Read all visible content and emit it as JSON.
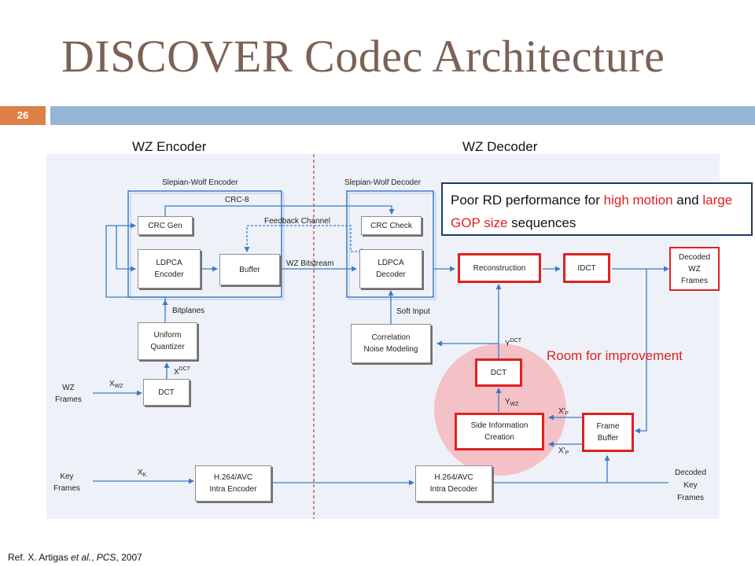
{
  "slide": {
    "title": "DISCOVER Codec Architecture",
    "page_number": "26",
    "reference": {
      "prefix": "Ref. X. Artigas ",
      "etal": "et al.",
      "sep": ", ",
      "venue": "PCS",
      "year": ", 2007"
    }
  },
  "sections": {
    "encoder": "WZ Encoder",
    "decoder": "WZ Decoder"
  },
  "group_labels": {
    "sw_encoder": "Slepian-Wolf Encoder",
    "sw_decoder": "Slepian-Wolf Decoder"
  },
  "blocks": {
    "crc_gen": "CRC Gen",
    "ldpca_encoder": "LDPCA\nEncoder",
    "buffer": "Buffer",
    "uniform_quantizer": "Uniform\nQuantizer",
    "dct_encoder": "DCT",
    "h264_intra_encoder": "H.264/AVC\nIntra Encoder",
    "crc_check": "CRC Check",
    "ldpca_decoder": "LDPCA\nDecoder",
    "correlation_noise_modeling": "Correlation\nNoise Modeling",
    "reconstruction": "Reconstruction",
    "idct": "IDCT",
    "dct_decoder": "DCT",
    "side_information_creation": "Side Information\nCreation",
    "frame_buffer": "Frame\nBuffer",
    "h264_intra_decoder": "H.264/AVC\nIntra Decoder",
    "decoded_wz_frames": "Decoded\nWZ\nFrames"
  },
  "signals": {
    "crc8": "CRC-8",
    "feedback_channel": "Feedback Channel",
    "wz_bitstream": "WZ Bitstream",
    "bitplanes": "Bitplanes",
    "soft_input": "Soft Input",
    "x_dct": {
      "base": "X",
      "sup": "DCT"
    },
    "x_wz": {
      "base": "X",
      "sub": "WZ"
    },
    "x_k": {
      "base": "X",
      "sub": "K"
    },
    "y_dct": {
      "base": "Y",
      "sup": "DCT"
    },
    "y_wz": {
      "base": "Y",
      "sub": "WZ"
    },
    "x_f": {
      "base": "X'",
      "sub": "F"
    },
    "x_p": {
      "base": "X'",
      "sub": "P"
    },
    "wz_frames": "WZ\nFrames",
    "key_frames": "Key\nFrames",
    "decoded_key_frames": "Decoded\nKey\nFrames"
  },
  "callout": {
    "part1": "Poor RD performance for ",
    "highlight1": "high motion",
    "part2": " and ",
    "highlight2": "large GOP size",
    "part3": " sequences"
  },
  "annotation": "Room for improvement",
  "colors": {
    "title": "#7a6255",
    "badge": "#dd8047",
    "bar": "#94b6d2",
    "highlight": "#e02020",
    "connector": "#3a7bc8"
  }
}
